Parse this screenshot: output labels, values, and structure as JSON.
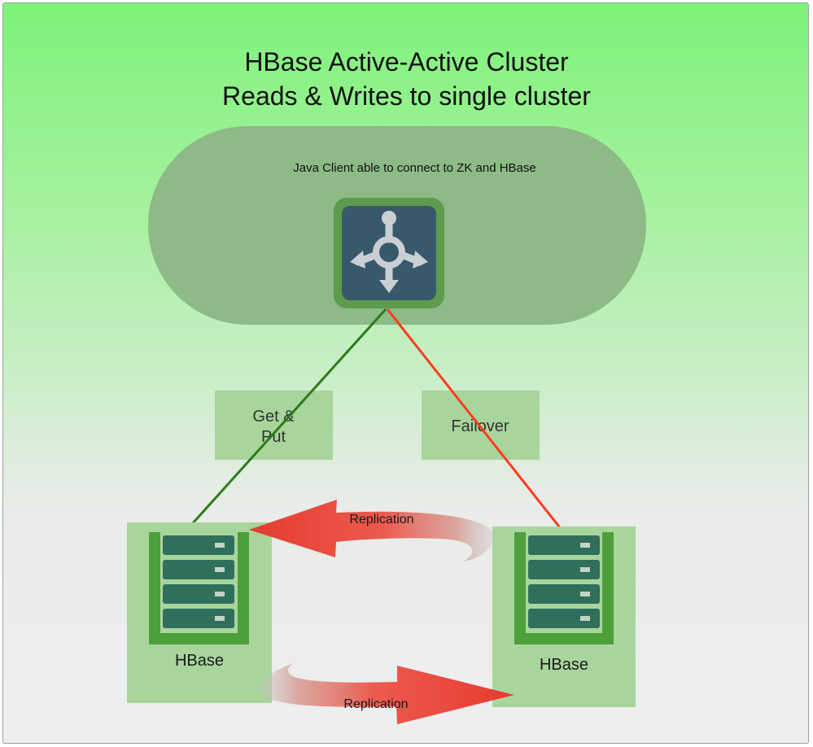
{
  "diagram": {
    "title_line1": "HBase Active-Active Cluster",
    "title_line2": "Reads & Writes to single cluster",
    "client_caption": "Java Client able to connect to ZK and HBase",
    "client_icon": "router-icon",
    "get_put_line1": "Get &",
    "get_put_line2": "Put",
    "failover_label": "Failover",
    "replication_top": "Replication",
    "replication_bottom": "Replication",
    "left_cluster_label": "HBase",
    "right_cluster_label": "HBase",
    "server_icon": "server-rack-icon",
    "colors": {
      "active_line": "#2f7a1c",
      "failover_line": "#ff3b22",
      "replication_arrow": "#e8453a",
      "server": "#2f6f5c",
      "icon_tile": "#37596b"
    }
  }
}
